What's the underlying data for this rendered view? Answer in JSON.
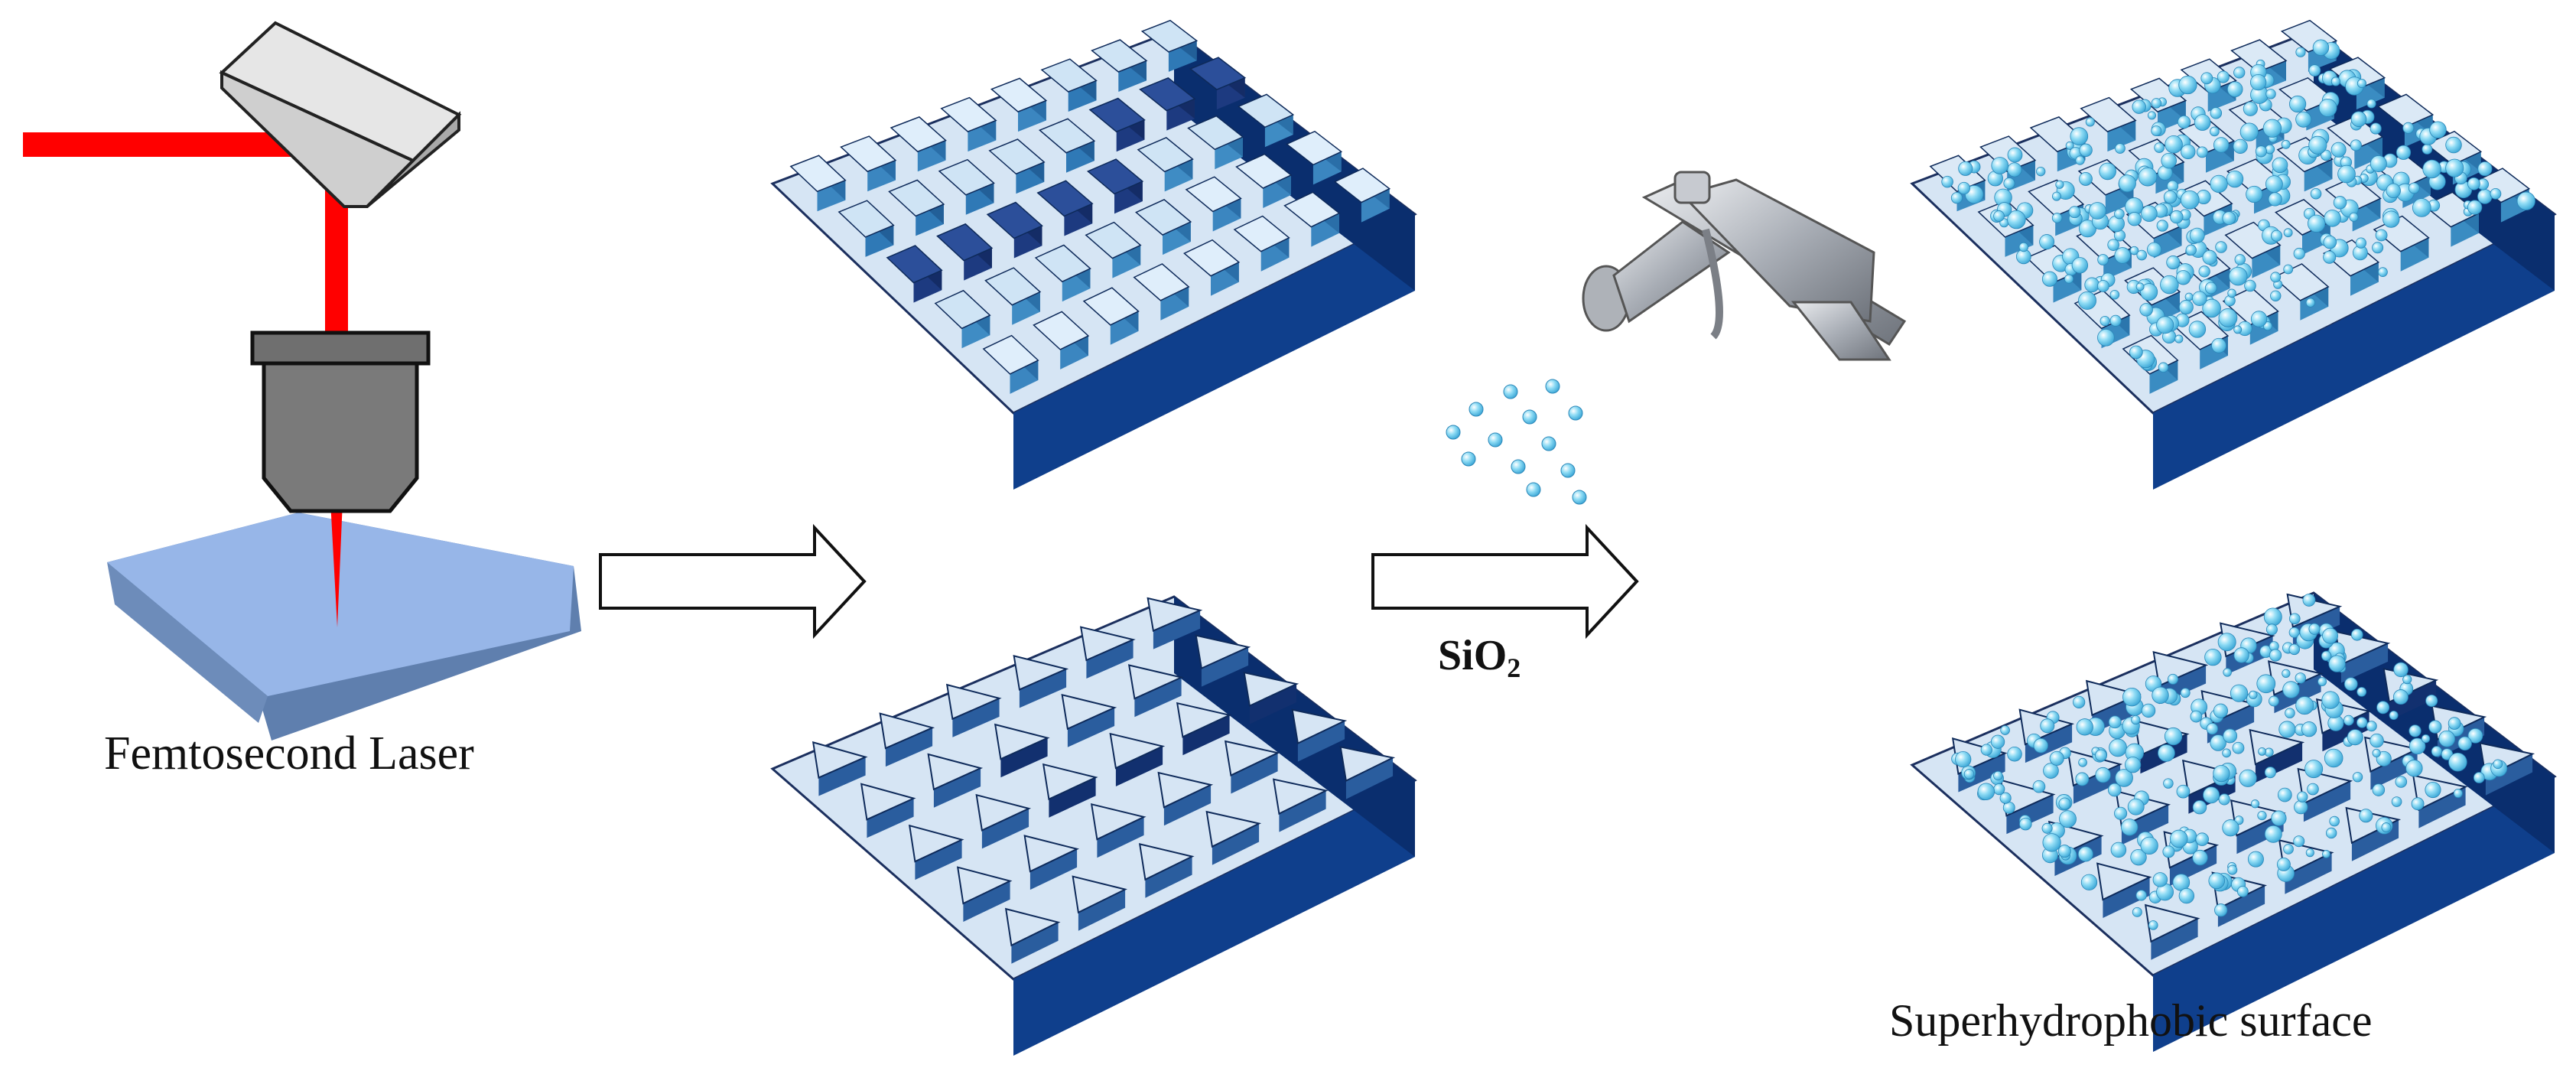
{
  "labels": {
    "laser": "Femtosecond Laser",
    "surface": "Superhydrophobic surface",
    "coating_element": "SiO",
    "coating_subscript": "2"
  },
  "colors": {
    "laser_beam": "#ff0000",
    "mirror_front": "#cfcfcf",
    "mirror_top": "#e6e6e6",
    "mirror_side": "#a9a9a9",
    "objective": "#7a7a7a",
    "substrate_top": "#97b6e8",
    "substrate_side": "#5f7fae",
    "block_top": "#d6e5f4",
    "block_front": "#0f3f8c",
    "block_side": "#0a2e6e",
    "pillar": "#3e88c0",
    "pillar_dark": "#12306f",
    "particle": "#7fd3f2",
    "spray_gun": "#b9bcc2"
  },
  "icons": {
    "mirror": "mirror-icon",
    "objective": "objective-lens-icon",
    "spray": "spray-gun-icon",
    "arrow": "arrow-right-icon"
  }
}
